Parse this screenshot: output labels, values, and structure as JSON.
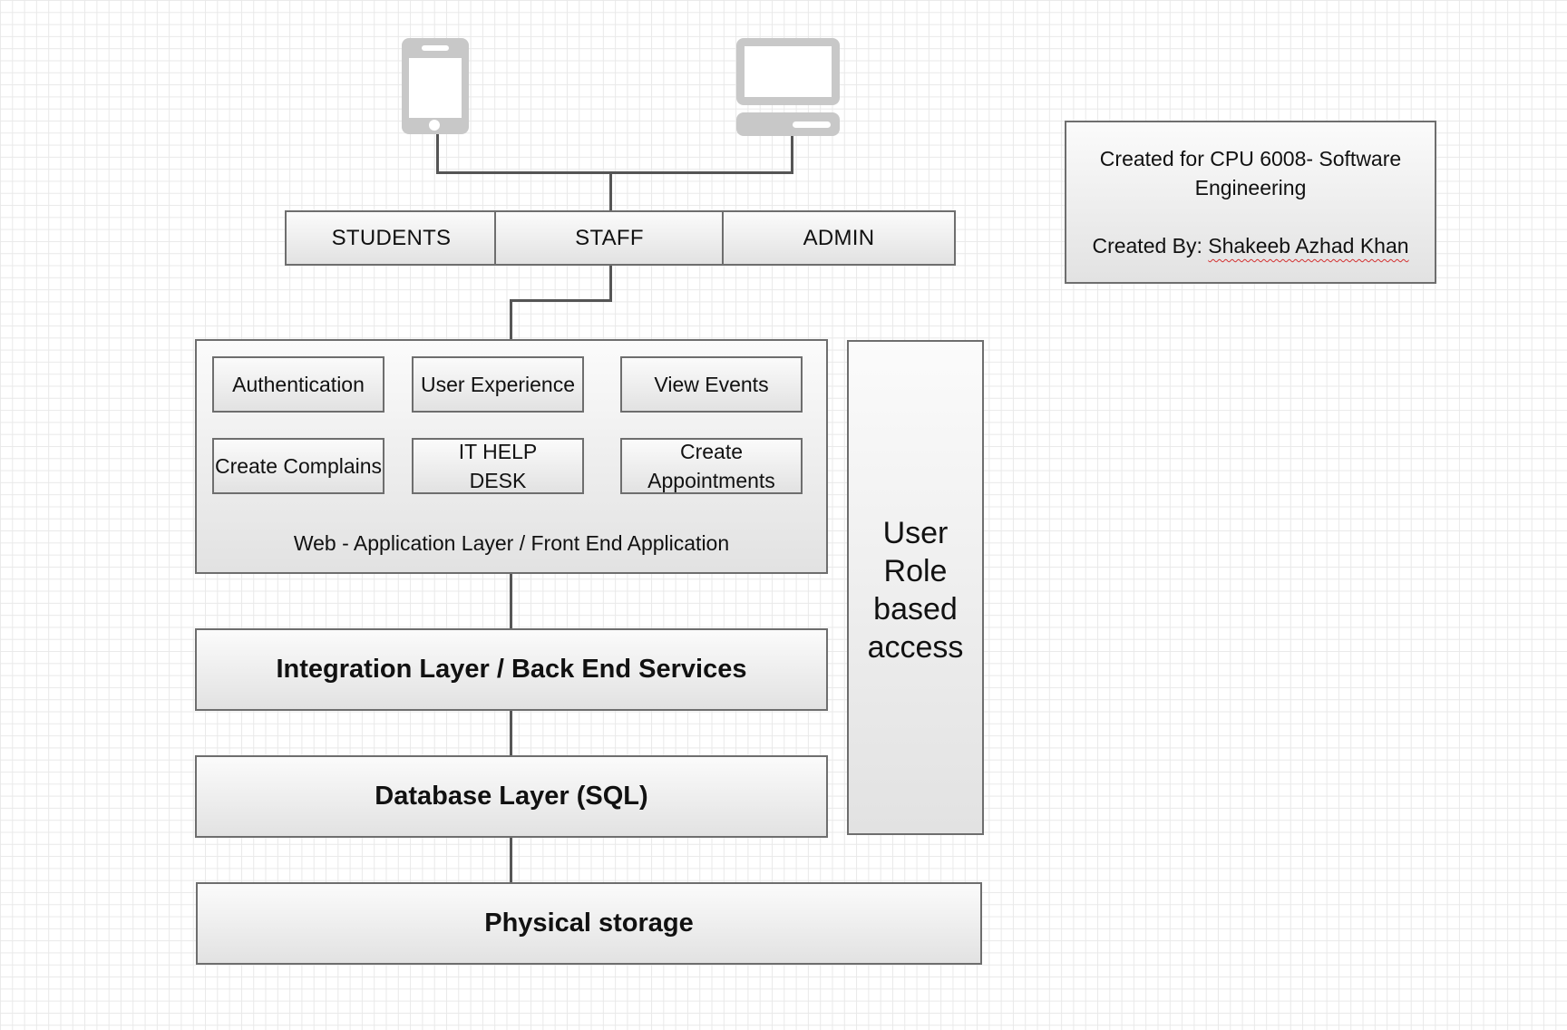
{
  "devices": {
    "phone_icon": "mobile-phone-icon",
    "desktop_icon": "desktop-computer-icon"
  },
  "roles": {
    "students": "STUDENTS",
    "staff": "STAFF",
    "admin": "ADMIN"
  },
  "web_layer": {
    "modules": {
      "authentication": "Authentication",
      "user_experience": "User Experience",
      "view_events": "View Events",
      "create_complains": "Create Complains",
      "it_help_desk": "IT HELP DESK",
      "create_appointments": "Create Appointments"
    },
    "label": "Web - Application Layer / Front End Application"
  },
  "integration_layer": "Integration Layer / Back End Services",
  "database_layer": "Database Layer (SQL)",
  "physical_storage": "Physical storage",
  "role_access": "User Role based access",
  "info": {
    "created_for": "Created for CPU 6008- Software Engineering",
    "created_by_label": "Created By:",
    "created_by_name": "Shakeeb Azhad Khan"
  },
  "colors": {
    "border": "#6e6e6e",
    "icon_gray": "#c8c8c8",
    "connector": "#555555",
    "spellcheck_underline": "#d32f2f"
  }
}
